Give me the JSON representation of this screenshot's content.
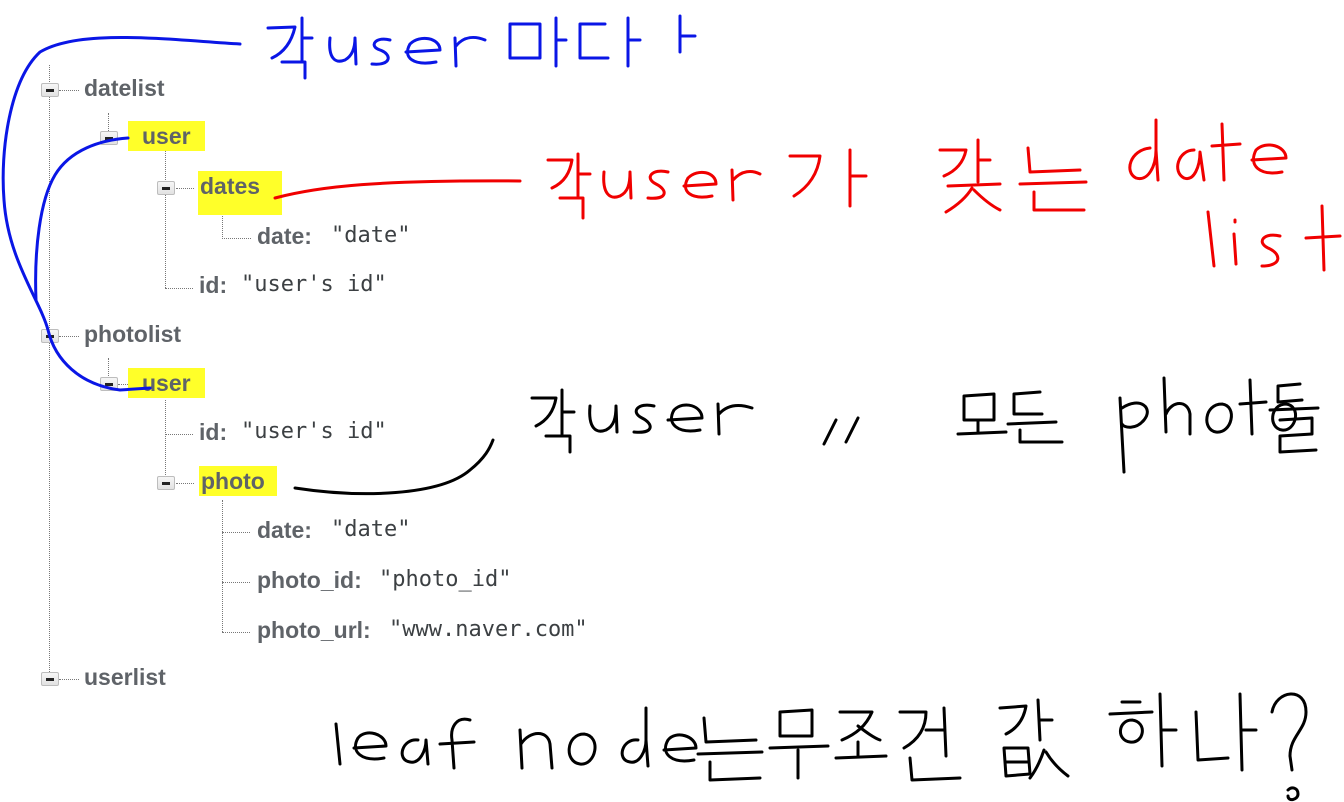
{
  "tree": {
    "datelist": {
      "label": "datelist",
      "user": {
        "label": "user",
        "dates": {
          "label": "dates",
          "date_key": "date:",
          "date_value": "\"date\""
        },
        "id_key": "id:",
        "id_value": "\"user's id\""
      }
    },
    "photolist": {
      "label": "photolist",
      "user": {
        "label": "user",
        "id_key": "id:",
        "id_value": "\"user's id\"",
        "photo": {
          "label": "photo",
          "date_key": "date:",
          "date_value": "\"date\"",
          "photo_id_key": "photo_id:",
          "photo_id_value": "\"photo_id\"",
          "photo_url_key": "photo_url:",
          "photo_url_value": "\"www.naver.com\""
        }
      }
    },
    "userlist": {
      "label": "userlist"
    }
  },
  "annotations": {
    "blue_note": "각 user마다",
    "red_note_line1": "각user가 갖는 date",
    "red_note_line2": "list",
    "black_note_photo": "각user ,, 모든 photo들",
    "black_note_bottom": "leaf node는 무조건 값 하나?"
  },
  "colors": {
    "highlight": "#ffff29",
    "blue_ink": "#0a16e6",
    "red_ink": "#f00000",
    "black_ink": "#000000"
  }
}
